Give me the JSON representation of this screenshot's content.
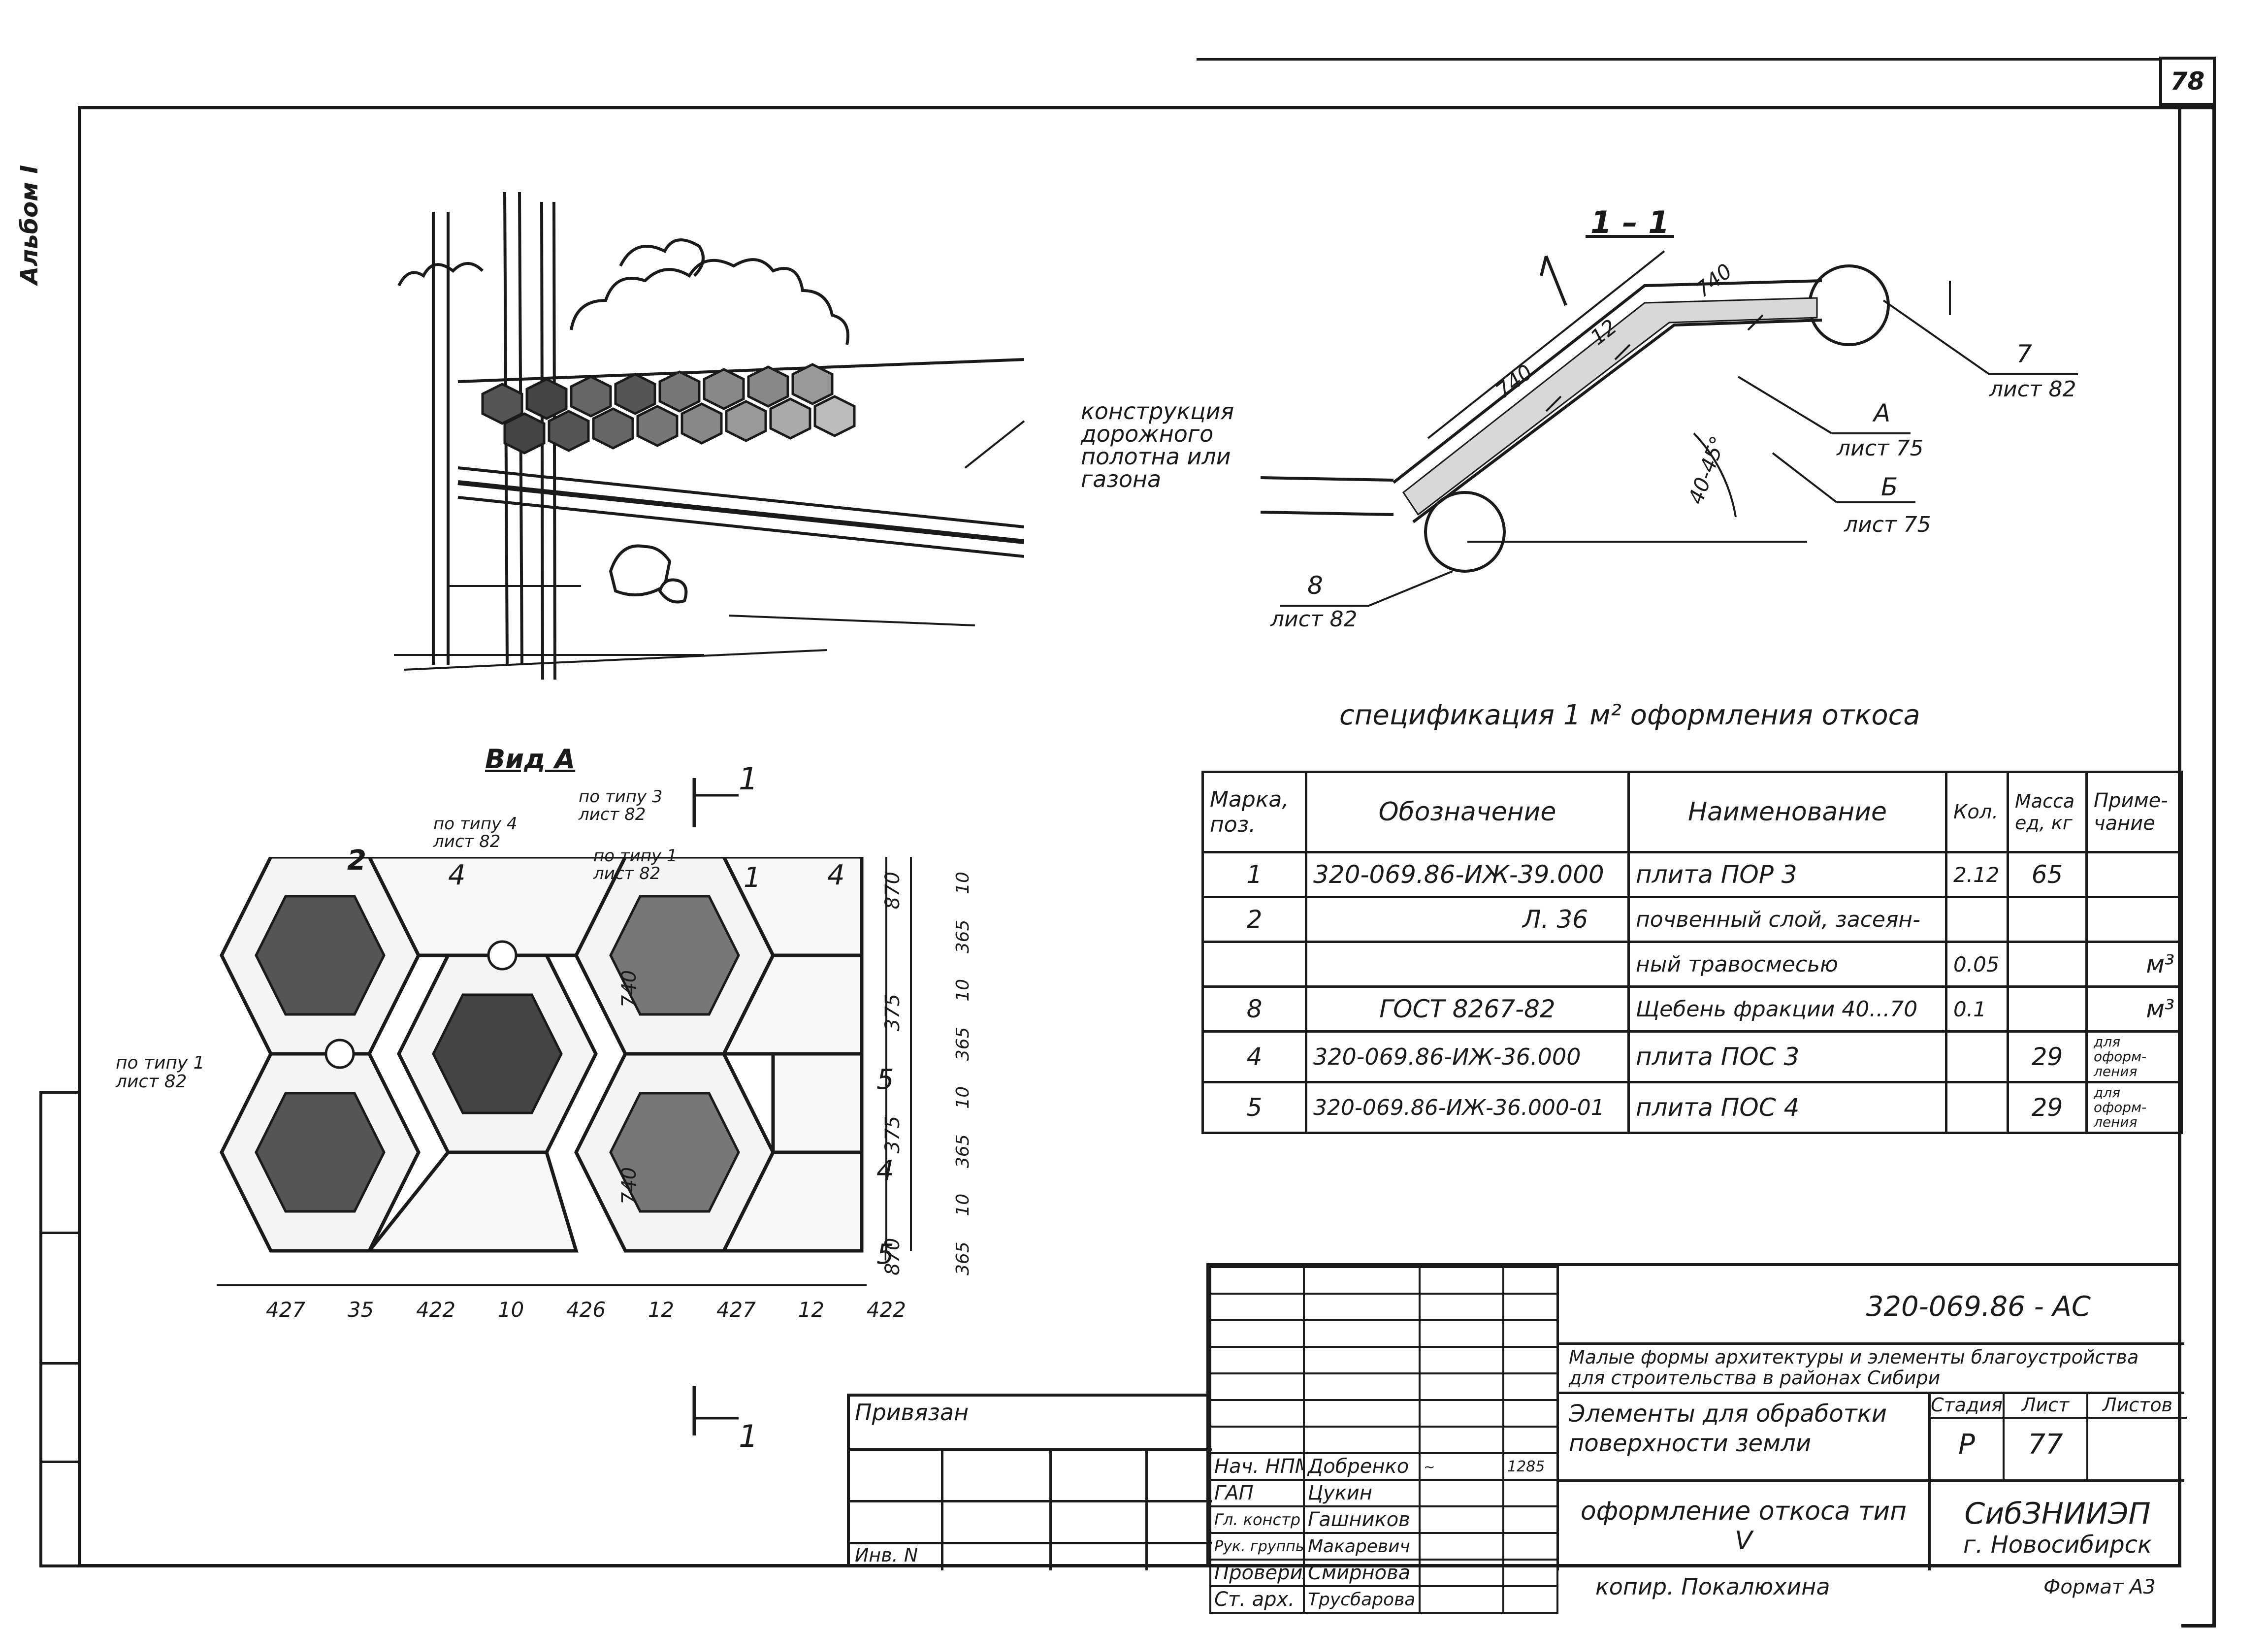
{
  "sheet_number": "78",
  "margin_stamp": "Альбом I",
  "perspective_sketch": {
    "label": "конструкция дорожного полотна или газона"
  },
  "section": {
    "title": "1 – 1",
    "dim_740_upper": "740",
    "dim_740_lower": "740",
    "dim_12": "12",
    "angle": "40-45°",
    "callout_7": {
      "mark": "7",
      "sheet": "лист 82"
    },
    "callout_A": {
      "mark": "А",
      "sheet": "лист 75"
    },
    "callout_B": {
      "mark": "Б",
      "sheet": "лист 75"
    },
    "callout_8": {
      "mark": "8",
      "sheet": "лист 82"
    }
  },
  "view_a": {
    "title": "Вид А",
    "cut_marker": "1",
    "callouts": [
      "по типу 4 лист 82",
      "по типу 3 лист 82",
      "по типу 1 лист 82",
      "по типу 1 лист 82"
    ],
    "marks": [
      "2",
      "4",
      "1",
      "4",
      "5",
      "4",
      "5"
    ],
    "dims_bottom": [
      "427",
      "35",
      "422",
      "10",
      "426",
      "12",
      "427",
      "12",
      "422"
    ],
    "dims_right_outer": [
      "870",
      "375",
      "375",
      "870"
    ],
    "dims_right_inner": [
      "10",
      "365",
      "10",
      "365",
      "10",
      "365",
      "10",
      "365"
    ],
    "dim_740_a": "740",
    "dim_740_b": "740",
    "bottom_marker": "1"
  },
  "specification": {
    "title": "спецификация 1 м² оформления откоса",
    "headers": [
      "Марка, поз.",
      "Обозначение",
      "Наименование",
      "Кол.",
      "Масса ед, кг",
      "Приме-чание"
    ],
    "rows": [
      [
        "1",
        "320-069.86-ИЖ-39.000",
        "плита ПОР 3",
        "2.12",
        "65",
        ""
      ],
      [
        "2",
        "Л. 36",
        "почвенный слой, засеян-",
        "",
        "",
        ""
      ],
      [
        "",
        "",
        "ный травосмесью",
        "0.05",
        "",
        "м³"
      ],
      [
        "8",
        "ГОСТ 8267-82",
        "Щебень фракции 40...70",
        "0.1",
        "",
        "м³"
      ],
      [
        "4",
        "320-069.86-ИЖ-36.000",
        "плита ПОС 3",
        "",
        "29",
        "для оформ-ления"
      ],
      [
        "5",
        "320-069.86-ИЖ-36.000-01",
        "плита ПОС 4",
        "",
        "29",
        "для оформ-ления"
      ]
    ]
  },
  "title_block": {
    "doc_code": "320-069.86 - АС",
    "project": "Малые формы архитектуры и элементы благоустройства для строительства в районах Сибири",
    "element": "Элементы для обработки поверхности земли",
    "sheet_title": "оформление откоса тип V",
    "stage_header": "Стадия",
    "sheet_header": "Лист",
    "sheets_header": "Листов",
    "stage": "Р",
    "sheet": "77",
    "org": "СибЗНИИЭП",
    "city": "г. Новосибирск",
    "privyazan": "Привязан",
    "inv": "Инв. N",
    "kopiroval": "копир. Покалюхина",
    "format": "Формат А3",
    "date": "1285",
    "signatories": [
      {
        "role": "Нач. НПМ",
        "name": "Добренко"
      },
      {
        "role": "ГАП",
        "name": "Цукин"
      },
      {
        "role": "Гл. констр",
        "name": "Гашников"
      },
      {
        "role": "Рук. группы",
        "name": "Макаревич"
      },
      {
        "role": "Проверил",
        "name": "Смирнова"
      },
      {
        "role": "Ст. арх.",
        "name": "Трусбарова"
      }
    ]
  }
}
